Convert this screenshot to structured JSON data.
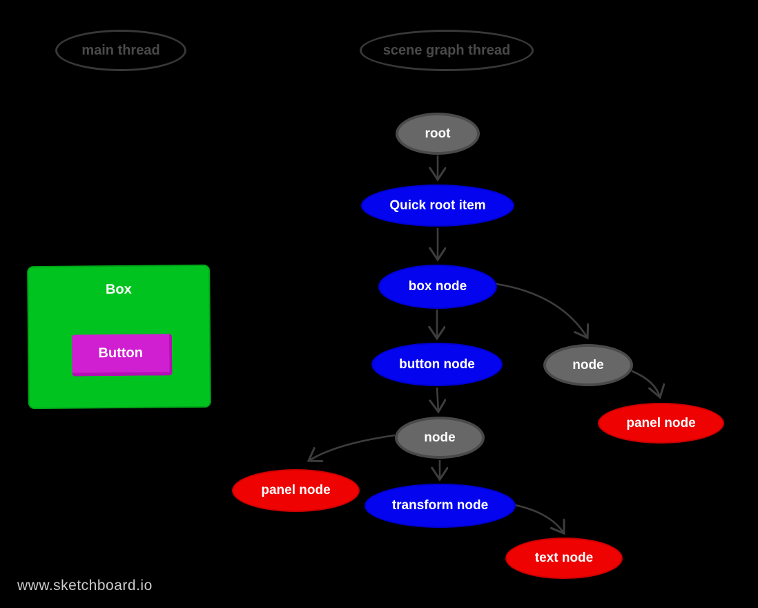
{
  "app": {
    "watermark": "www.sketchboard.io",
    "background": "#000000"
  },
  "lanes": {
    "main_thread": {
      "label": "main thread"
    },
    "scene_graph_thread": {
      "label": "scene graph thread"
    }
  },
  "preview": {
    "box": {
      "label": "Box",
      "fill": "#00c31f"
    },
    "button": {
      "label": "Button",
      "fill": "#d01fd0"
    }
  },
  "nodes": {
    "root": {
      "label": "root",
      "type": "gray"
    },
    "quick_root_item": {
      "label": "Quick root item",
      "type": "blue"
    },
    "box_node": {
      "label": "box node",
      "type": "blue"
    },
    "button_node": {
      "label": "button node",
      "type": "blue"
    },
    "node_right": {
      "label": "node",
      "type": "gray"
    },
    "panel_node_right": {
      "label": "panel node",
      "type": "red"
    },
    "node_mid": {
      "label": "node",
      "type": "gray"
    },
    "panel_node_left": {
      "label": "panel node",
      "type": "red"
    },
    "transform_node": {
      "label": "transform node",
      "type": "blue"
    },
    "text_node": {
      "label": "text node",
      "type": "red"
    }
  },
  "edges": [
    {
      "from": "root",
      "to": "quick_root_item"
    },
    {
      "from": "quick_root_item",
      "to": "box_node"
    },
    {
      "from": "box_node",
      "to": "button_node"
    },
    {
      "from": "box_node",
      "to": "node_right"
    },
    {
      "from": "node_right",
      "to": "panel_node_right"
    },
    {
      "from": "button_node",
      "to": "node_mid"
    },
    {
      "from": "node_mid",
      "to": "panel_node_left"
    },
    {
      "from": "node_mid",
      "to": "transform_node"
    },
    {
      "from": "transform_node",
      "to": "text_node"
    }
  ],
  "colors": {
    "gray_fill": "#676767",
    "gray_border": "#4a4a4a",
    "blue_fill": "#0404ee",
    "red_fill": "#ee0202",
    "arrow": "#3d3d3d",
    "lane_border": "#383838",
    "lane_text": "#4a4a4a",
    "watermark_text": "#cccccc"
  }
}
